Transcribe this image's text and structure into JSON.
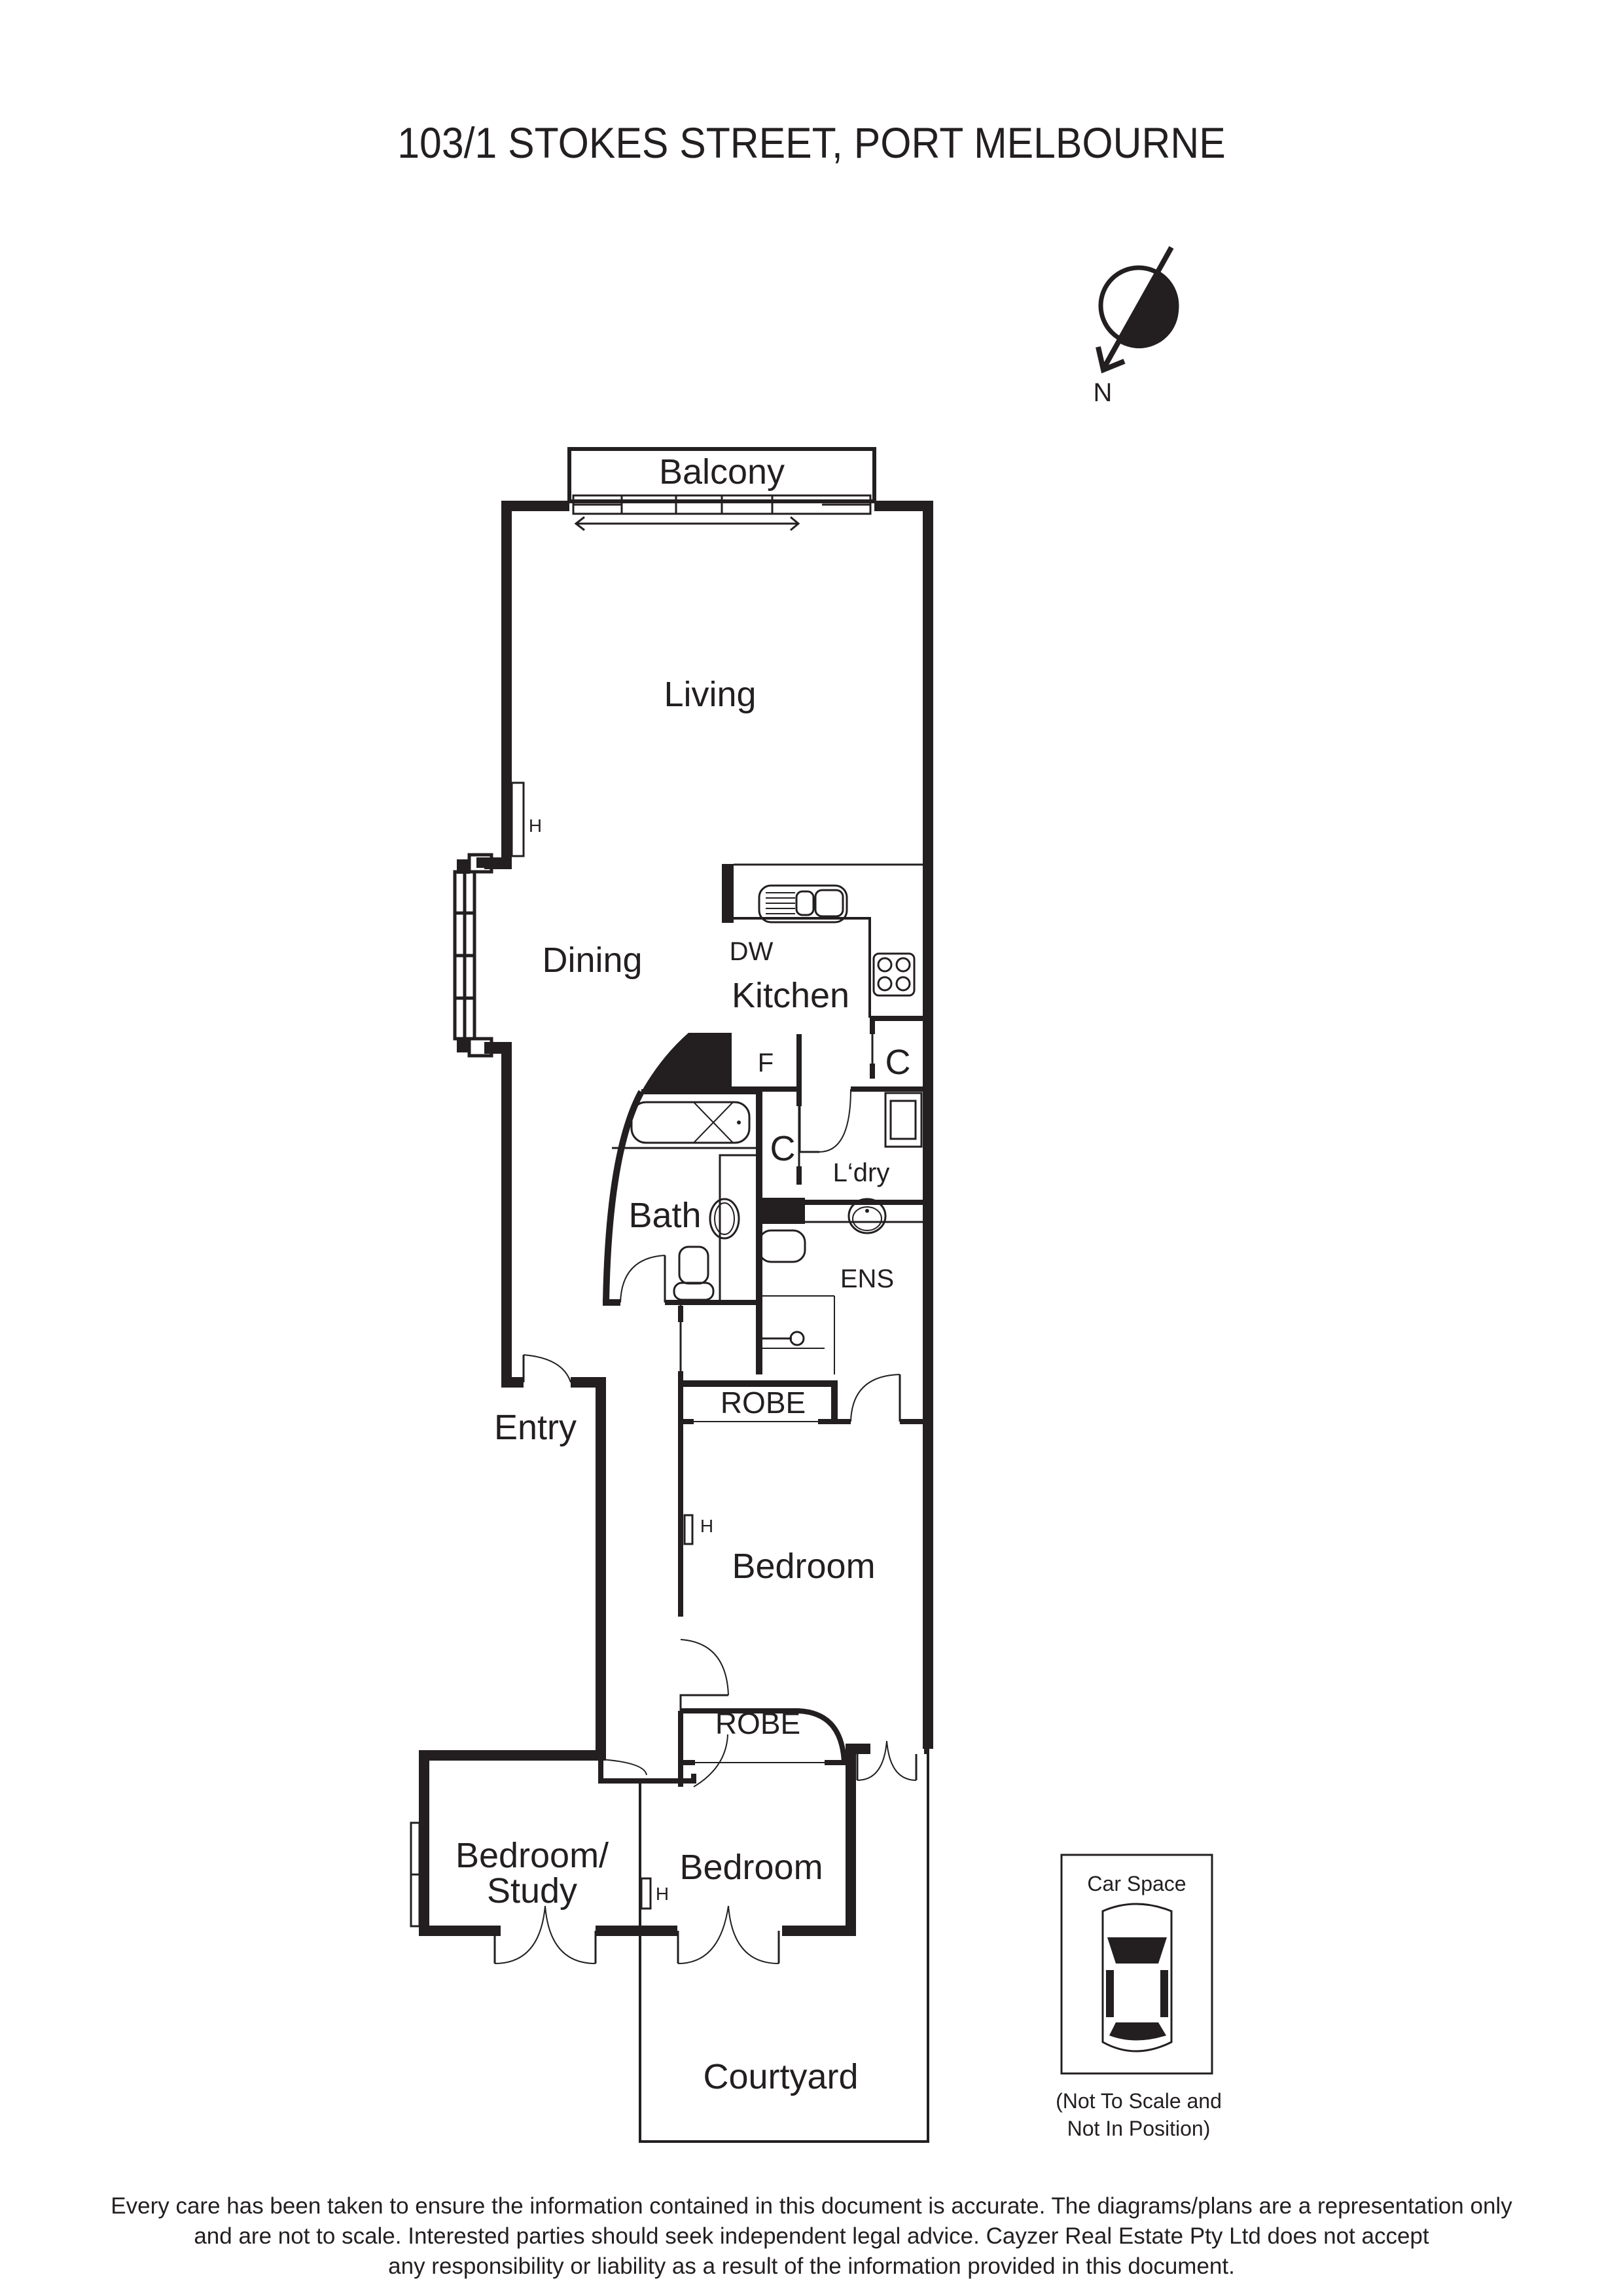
{
  "header": {
    "title": "103/1 STOKES STREET, PORT MELBOURNE"
  },
  "compass": {
    "icon": "north-arrow-icon",
    "label": "N"
  },
  "rooms": {
    "balcony": "Balcony",
    "living": "Living",
    "dining": "Dining",
    "kitchen": "Kitchen",
    "dishwasher": "DW",
    "fridge": "F",
    "cupboard_kitchen": "C",
    "cupboard_hall": "C",
    "laundry": "L‘dry",
    "bath": "Bath",
    "ensuite": "ENS",
    "robe_master": "ROBE",
    "robe_second": "ROBE",
    "entry": "Entry",
    "bedroom_master": "Bedroom",
    "bedroom_second": "Bedroom",
    "bedroom_study_line1": "Bedroom/",
    "bedroom_study_line2": "Study",
    "courtyard": "Courtyard"
  },
  "heaters": {
    "living": "H",
    "bedroom_master": "H",
    "bedroom_second": "H"
  },
  "car_space": {
    "label": "Car Space",
    "icon": "car-icon",
    "note_line1": "(Not To Scale and",
    "note_line2": "Not In Position)"
  },
  "disclaimer": {
    "line1": "Every care has been taken to ensure the information contained in this document is accurate. The diagrams/plans are a representation only",
    "line2": "and are not to scale. Interested parties should seek independent legal advice. Cayzer Real Estate Pty Ltd does not accept",
    "line3": "any responsibility or liability as a result of the information provided in this document."
  },
  "colors": {
    "ink": "#231f20",
    "background": "#ffffff"
  }
}
